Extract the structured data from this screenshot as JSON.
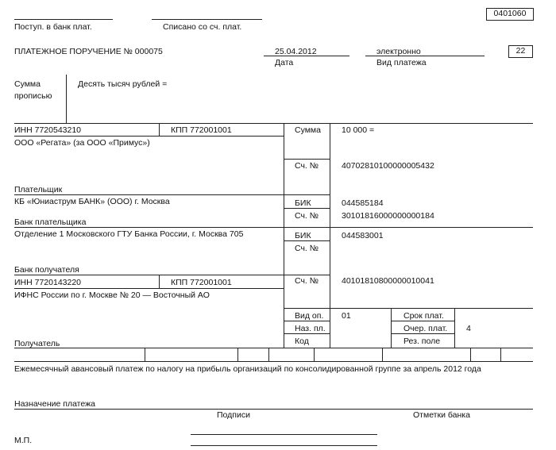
{
  "form_code": "0401060",
  "header": {
    "received_label": "Поступ. в банк плат.",
    "debited_label": "Списано со сч. плат."
  },
  "order": {
    "title": "ПЛАТЕЖНОЕ ПОРУЧЕНИЕ № 000075",
    "date": "25.04.2012",
    "date_label": "Дата",
    "payment_type": "электронно",
    "payment_type_label": "Вид платежа",
    "status_code": "22"
  },
  "amount_words": {
    "label_line1": "Сумма",
    "label_line2": "прописью",
    "value": "Десять тысяч рублей ="
  },
  "payer": {
    "inn": "ИНН 7720543210",
    "kpp": "КПП 772001001",
    "name": "ООО «Регата» (за ООО «Примус»)",
    "label": "Плательщик",
    "bank_name": "КБ «Юниаструм БАНК» (ООО) г. Москва",
    "bank_label": "Банк плательщика"
  },
  "payee": {
    "bank_name": "Отделение 1 Московского ГТУ Банка России, г. Москва 705",
    "bank_label": "Банк получателя",
    "inn": "ИНН 7720143220",
    "kpp": "КПП 772001001",
    "name": "ИФНС России по г. Москве № 20 — Восточный АО",
    "label": "Получатель"
  },
  "fields": {
    "sum_label": "Сумма",
    "sum_value": "10 000 =",
    "acc_label": "Сч. №",
    "payer_account": "40702810100000005432",
    "bik_label": "БИК",
    "payer_bank_bik": "044585184",
    "payer_bank_corr": "30101816000000000184",
    "payee_bank_bik": "044583001",
    "payee_account": "40101810800000010041",
    "op_type_label": "Вид оп.",
    "op_type_value": "01",
    "purpose_code_label": "Наз. пл.",
    "code_label": "Код",
    "term_label": "Срок плат.",
    "order_label": "Очер. плат.",
    "order_value": "4",
    "reserve_label": "Рез. поле"
  },
  "purpose": {
    "text": "Ежемесячный авансовый платеж по налогу на прибыль организаций по консолидированной группе за апрель 2012 года",
    "label": "Назначение платежа"
  },
  "footer": {
    "signatures_label": "Подписи",
    "bank_marks_label": "Отметки банка",
    "stamp_label": "М.П."
  }
}
